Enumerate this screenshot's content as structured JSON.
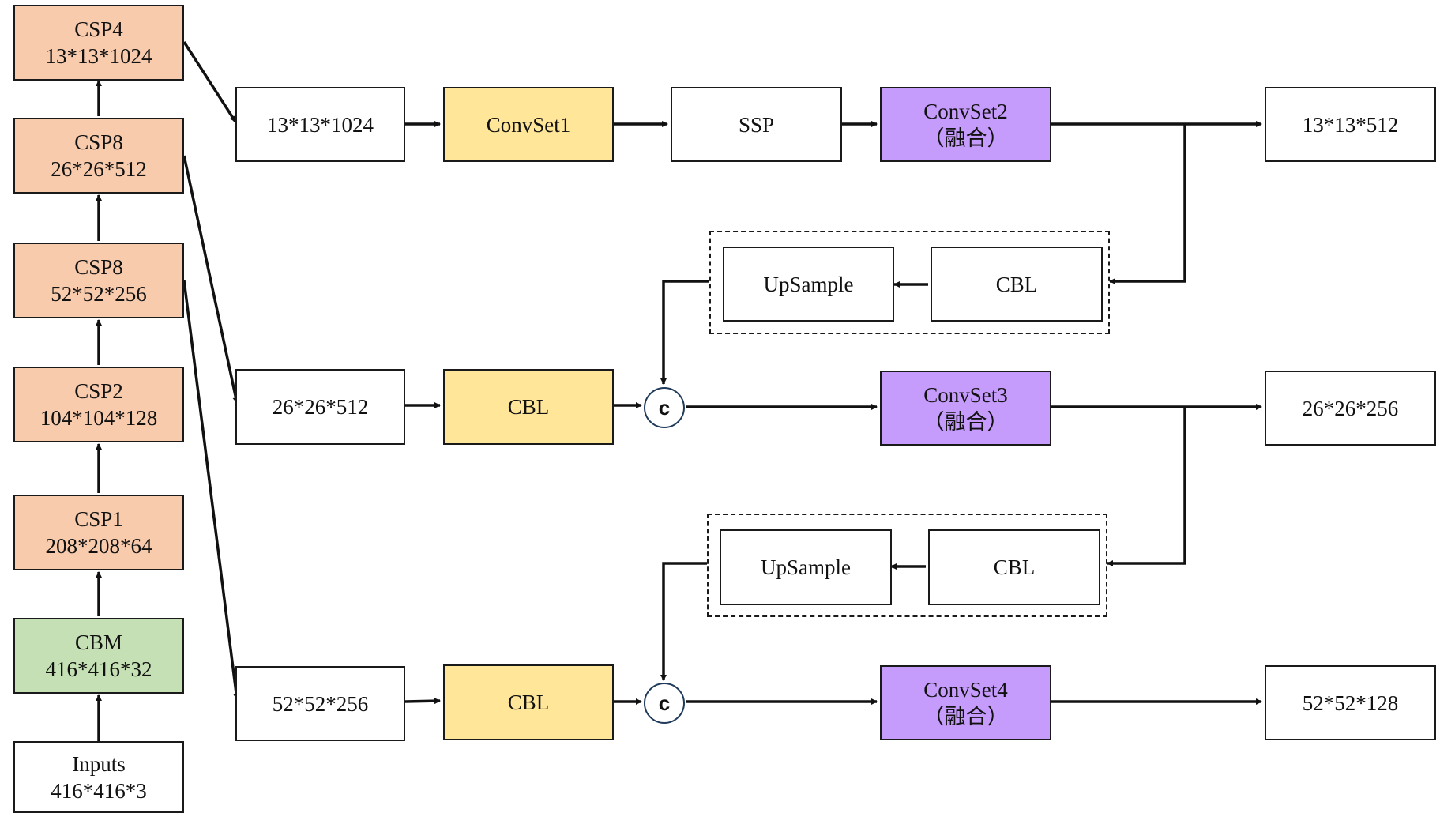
{
  "backbone": {
    "csp4": {
      "name": "CSP4",
      "shape": "13*13*1024"
    },
    "csp8a": {
      "name": "CSP8",
      "shape": "26*26*512"
    },
    "csp8b": {
      "name": "CSP8",
      "shape": "52*52*256"
    },
    "csp2": {
      "name": "CSP2",
      "shape": "104*104*128"
    },
    "csp1": {
      "name": "CSP1",
      "shape": "208*208*64"
    },
    "cbm": {
      "name": "CBM",
      "shape": "416*416*32"
    },
    "inputs": {
      "name": "Inputs",
      "shape": "416*416*3"
    }
  },
  "row1": {
    "input": "13*13*1024",
    "convset1": "ConvSet1",
    "ssp": "SSP",
    "convset2": {
      "name": "ConvSet2",
      "sub": "（融合）"
    },
    "output": "13*13*512"
  },
  "upsample1": {
    "upsample": "UpSample",
    "cbl": "CBL"
  },
  "row2": {
    "input": "26*26*512",
    "cbl": "CBL",
    "concat": "c",
    "convset3": {
      "name": "ConvSet3",
      "sub": "（融合）"
    },
    "output": "26*26*256"
  },
  "upsample2": {
    "upsample": "UpSample",
    "cbl": "CBL"
  },
  "row3": {
    "input": "52*52*256",
    "cbl": "CBL",
    "concat": "c",
    "convset4": {
      "name": "ConvSet4",
      "sub": "（融合）"
    },
    "output": "52*52*128"
  },
  "colors": {
    "backbone": "#f8cbad",
    "cbm": "#c5e0b4",
    "conv": "#ffe699",
    "fusion": "#c59bfb"
  }
}
